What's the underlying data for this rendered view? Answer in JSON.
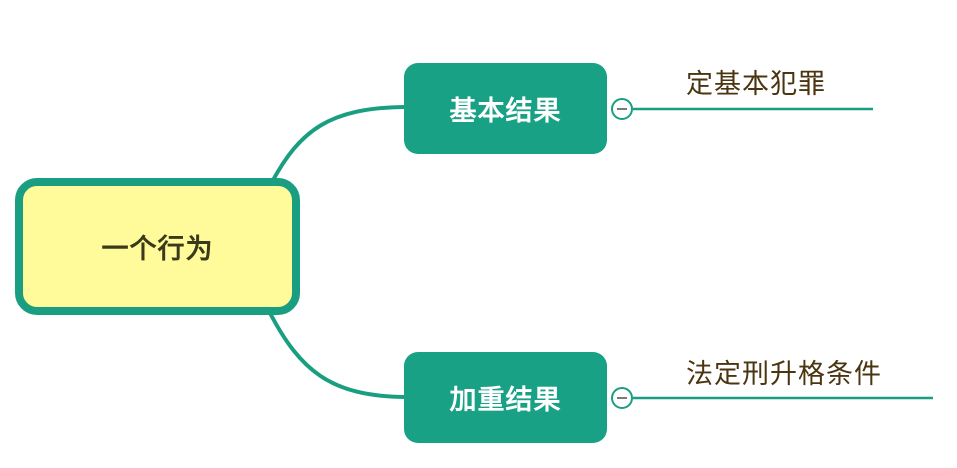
{
  "root": {
    "label": "一个行为"
  },
  "branches": [
    {
      "label": "基本结果",
      "child": "定基本犯罪"
    },
    {
      "label": "加重结果",
      "child": "法定刑升格条件"
    }
  ],
  "colors": {
    "connector": "#1a9e82",
    "branch_fill": "#18a184",
    "root_fill": "#fffb9b",
    "root_border": "#1a9e82",
    "leaf_text": "#4a3510"
  },
  "icons": {
    "toggle": "collapse-minus-icon"
  }
}
